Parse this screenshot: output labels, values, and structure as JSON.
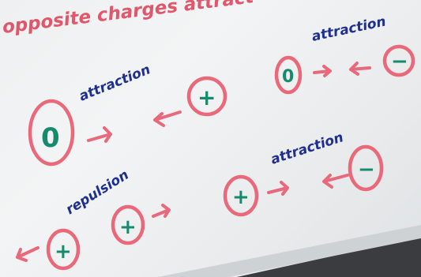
{
  "whiteboard": {
    "title": "opposite charges attract",
    "labels": {
      "attraction_1": "attraction",
      "attraction_2": "attraction",
      "attraction_3": "attraction",
      "repulsion": "repulsion"
    },
    "charges": {
      "neutral_large": "0",
      "positive_1": "+",
      "neutral_small": "0",
      "negative_1": "−",
      "positive_2": "+",
      "negative_2": "−",
      "positive_3": "+",
      "positive_4": "+"
    },
    "colors": {
      "title": "#e0566a",
      "labels": "#1f2f8e",
      "charges": "#168a6c",
      "rings": "#e9687a",
      "board": "#f0f1f2"
    }
  }
}
